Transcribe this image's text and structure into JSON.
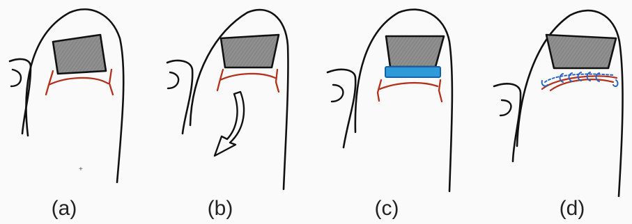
{
  "panels": [
    {
      "label": "(a)"
    },
    {
      "label": "(b)"
    },
    {
      "label": "(c)"
    },
    {
      "label": "(d)"
    }
  ],
  "colors": {
    "outline": "#111111",
    "nail_fill": "#8c8c8c",
    "incision": "#b5301b",
    "graft": "#2f9ad8",
    "graft_edge": "#1560a8",
    "suture": "#2a63c4",
    "background": "#fafafa"
  }
}
